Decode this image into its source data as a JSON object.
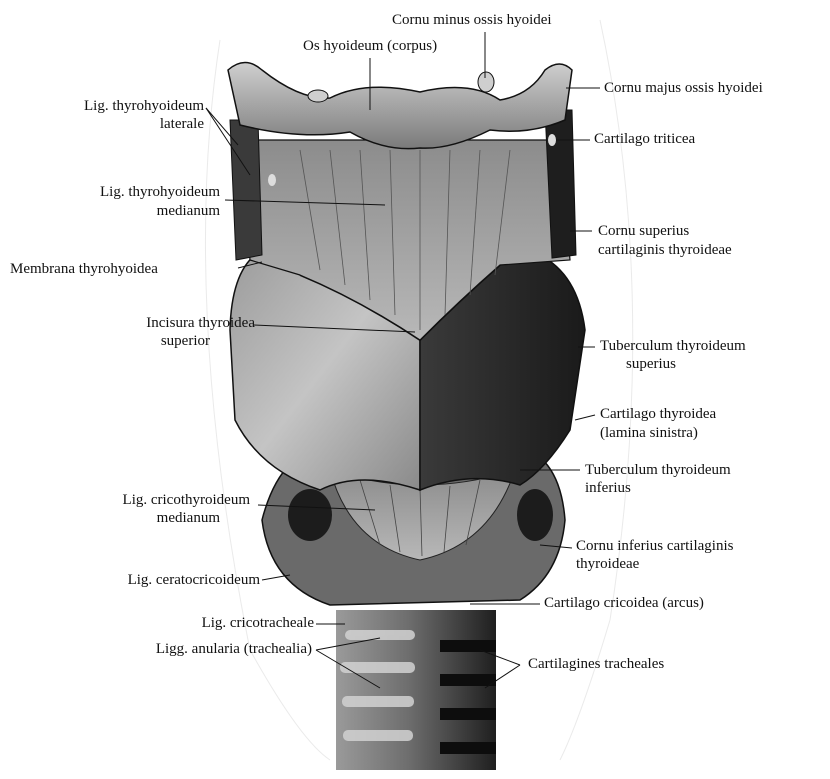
{
  "labels": {
    "cornu_minus": "Cornu minus ossis hyoidei",
    "os_hyoideum": "Os hyoideum (corpus)",
    "cornu_majus": "Cornu majus ossis hyoidei",
    "lig_thyrohyoideum_laterale_1": "Lig. thyrohyoideum",
    "lig_thyrohyoideum_laterale_2": "laterale",
    "cartilago_triticea": "Cartilago triticea",
    "lig_thyrohyoideum_medianum_1": "Lig. thyrohyoideum",
    "lig_thyrohyoideum_medianum_2": "medianum",
    "cornu_superius_1": "Cornu superius",
    "cornu_superius_2": "cartilaginis thyroideae",
    "membrana_thyrohyoidea": "Membrana thyrohyoidea",
    "incisura_1": "Incisura thyroidea",
    "incisura_2": "superior",
    "tuberculum_superius_1": "Tuberculum thyroideum",
    "tuberculum_superius_2": "superius",
    "cartilago_thyroidea_1": "Cartilago thyroidea",
    "cartilago_thyroidea_2": "(lamina sinistra)",
    "tuberculum_inferius_1": "Tuberculum thyroideum",
    "tuberculum_inferius_2": "inferius",
    "lig_cricothyroideum_1": "Lig. cricothyroideum",
    "lig_cricothyroideum_2": "medianum",
    "cornu_inferius_1": "Cornu inferius cartilaginis",
    "cornu_inferius_2": "thyroideae",
    "lig_ceratocricoideum": "Lig. ceratocricoideum",
    "cartilago_cricoidea": "Cartilago cricoidea (arcus)",
    "lig_cricotracheale": "Lig. cricotracheale",
    "ligg_anularia": "Ligg. anularia (trachealia)",
    "cartilagines_tracheales": "Cartilagines tracheales"
  },
  "colors": {
    "ink": "#111111",
    "cartilage_light": "#bdbdbd",
    "cartilage_mid": "#8a8a8a",
    "cartilage_dark": "#2a2a2a",
    "shadow": "#111111"
  }
}
